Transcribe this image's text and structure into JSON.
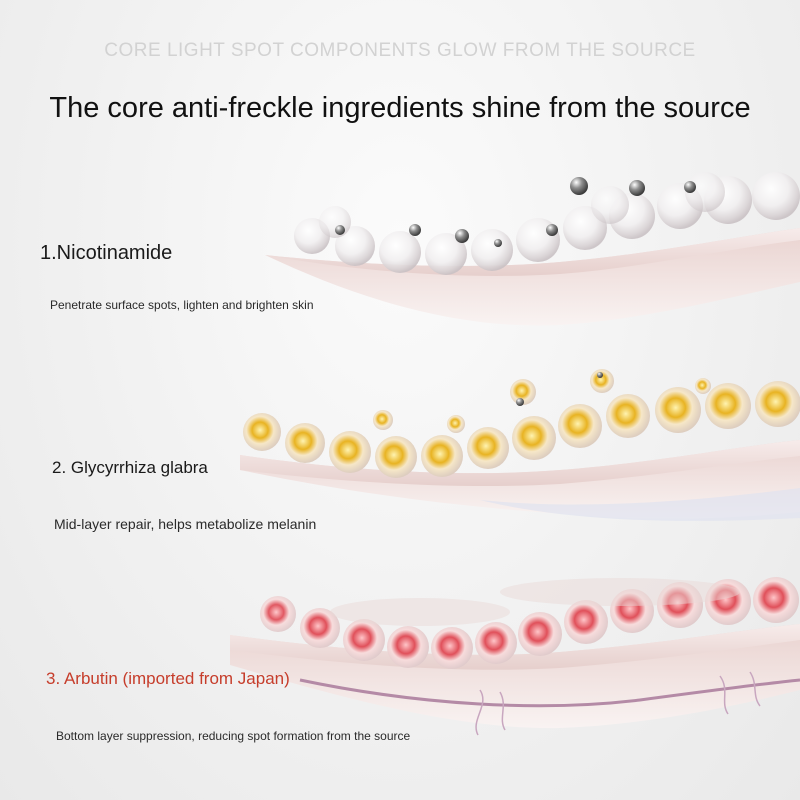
{
  "header": {
    "subtitle": "CORE LIGHT SPOT COMPONENTS GLOW FROM THE SOURCE",
    "headline": "The core anti-freckle ingredients shine from the source"
  },
  "sections": [
    {
      "label": "1.Nicotinamide",
      "description": "Penetrate surface spots, lighten and brighten skin"
    },
    {
      "label": "2. Glycyrrhiza glabra",
      "description": "Mid-layer repair, helps metabolize melanin"
    },
    {
      "label": "3. Arbutin (imported from Japan)",
      "description": "Bottom layer suppression, reducing spot formation from the source"
    }
  ],
  "colors": {
    "arbutin_label": "#c63d2b",
    "gold_core": "#e8b322",
    "red_core": "#e0505a",
    "skin_layer": "#ecd3d0"
  }
}
